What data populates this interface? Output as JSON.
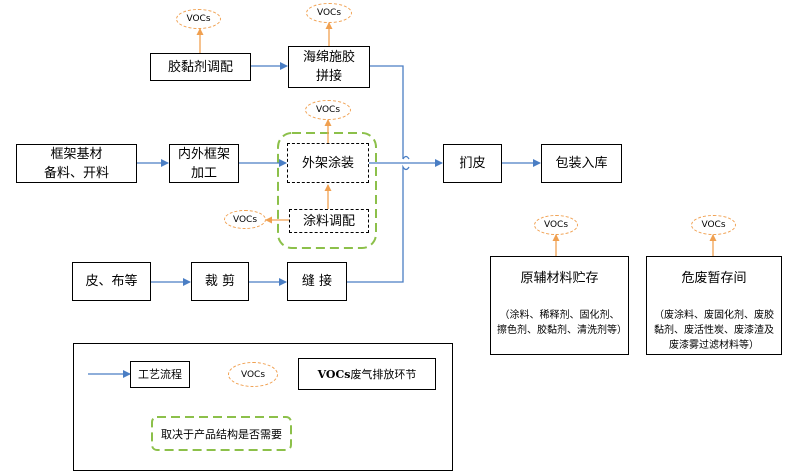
{
  "vocs_label": "VOCs",
  "colors": {
    "arrow": "#4a7ec4",
    "vocs_arrow": "#f0a050",
    "optional_frame": "#8cc04a"
  },
  "boxes": {
    "glue_mixing": "胶黏剂调配",
    "sponge_gluing_line1": "海绵施胶",
    "sponge_gluing_line2": "拼接",
    "frame_material_line1": "框架基材",
    "frame_material_line2": "备料、开料",
    "frame_processing_line1": "内外框架",
    "frame_processing_line2": "加工",
    "outer_coating": "外架涂装",
    "paint_mixing": "涂料调配",
    "covering": "扪皮",
    "packaging": "包装入库",
    "leather_cloth": "皮、布等",
    "cutting": "裁 剪",
    "sewing": "缝 接"
  },
  "stores": {
    "raw_materials": {
      "title": "原辅材料贮存",
      "note": "（涂料、稀释剂、固化剂、擦色剂、胶黏剂、清洗剂等）"
    },
    "hazardous_waste": {
      "title": "危废暂存间",
      "note": "（废涂料、废固化剂、废胶黏剂、废活性炭、废漆渣及废漆雾过滤材料等）"
    }
  },
  "legend": {
    "process_flow": "工艺流程",
    "vocs_prefix": "VOCs",
    "vocs_suffix": "废气排放环节",
    "optional": "取决于产品结构是否需要"
  }
}
